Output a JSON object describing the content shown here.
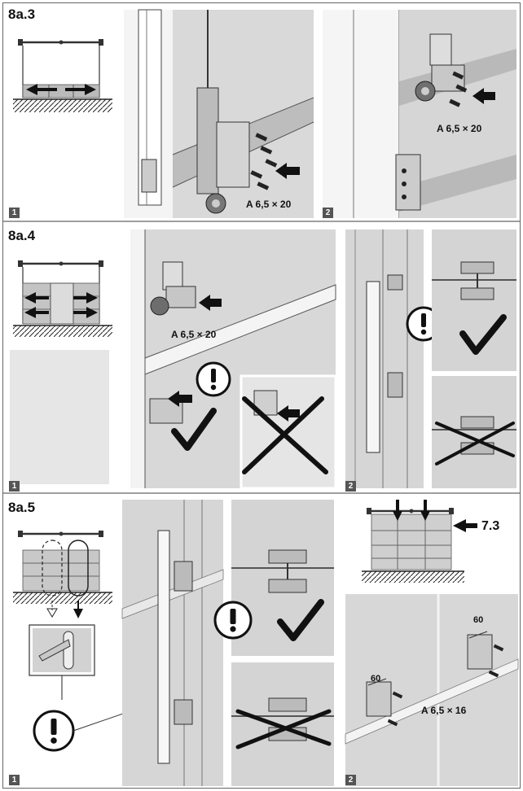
{
  "sections": [
    {
      "id": "8a3",
      "title": "8a.3",
      "steps": [
        "1",
        "2"
      ]
    },
    {
      "id": "8a4",
      "title": "8a.4",
      "steps": [
        "1",
        "2"
      ]
    },
    {
      "id": "8a5",
      "title": "8a.5",
      "steps": [
        "1",
        "2"
      ]
    }
  ],
  "screw_labels": {
    "s3a": "A 6,5 × 20",
    "s3b": "A 6,5 × 20",
    "s4a": "A 6,5 × 20",
    "s5b": "A 6,5 × 16"
  },
  "dimensions": {
    "left": "60",
    "right": "60"
  },
  "reference": "7.3",
  "icons": [
    "warning-icon",
    "check-icon",
    "cross-icon",
    "arrow-icon",
    "screw-icon",
    "handle-icon"
  ]
}
